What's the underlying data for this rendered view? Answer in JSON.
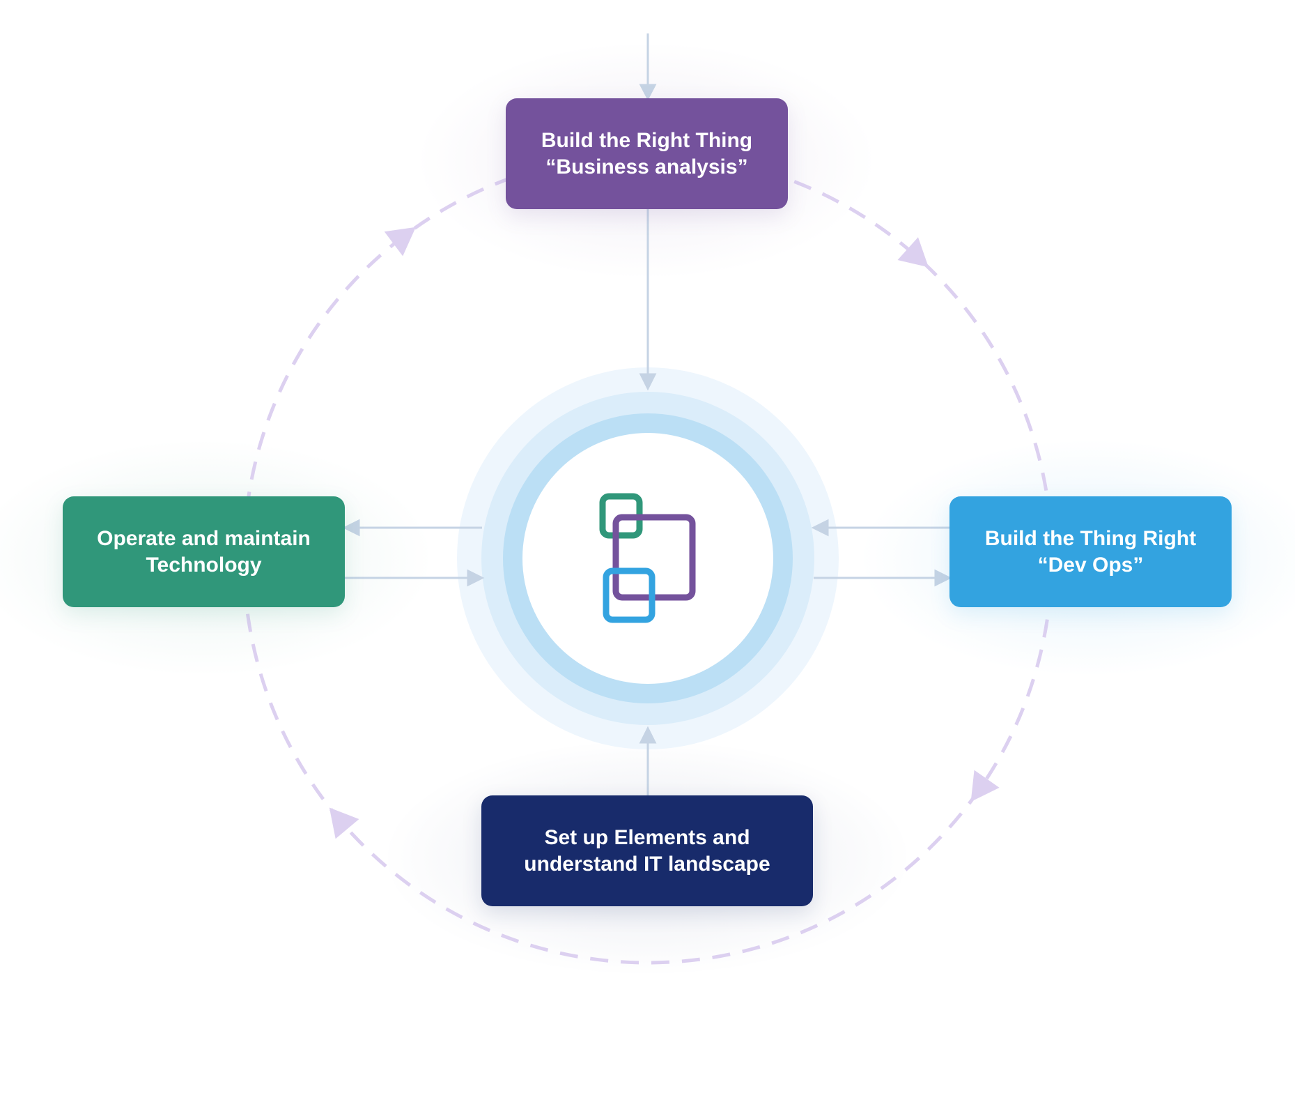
{
  "nodes": {
    "top": {
      "line1": "Build the Right Thing",
      "line2": "“Business analysis”",
      "color": "#74529c"
    },
    "right": {
      "line1": "Build the Thing Right",
      "line2": "“Dev Ops”",
      "color": "#33a3e0"
    },
    "bottom": {
      "line1": "Set up Elements and",
      "line2": "understand IT landscape",
      "color": "#182b6b"
    },
    "left": {
      "line1": "Operate and maintain",
      "line2": "Technology",
      "color": "#30977a"
    }
  },
  "center": {
    "logo_icon": "overlapping-squares-logo",
    "logo_colors": {
      "green": "#30977a",
      "purple": "#74529c",
      "blue": "#33a3e0"
    },
    "ring_colors": [
      "#eef6fd",
      "#dbedfa",
      "#bbdff5",
      "#ffffff"
    ]
  },
  "connectors": {
    "line_color": "#c5d3e4",
    "cycle_color": "#dcd0f0",
    "cycle_direction": "clockwise"
  }
}
